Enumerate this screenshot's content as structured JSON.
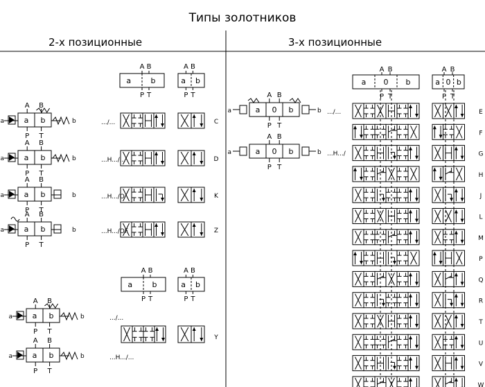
{
  "title": "Типы золотников",
  "sections": {
    "two_position": "2-х позиционные",
    "three_position": "3-х позиционные"
  },
  "ports": {
    "A": "A",
    "B": "B",
    "P": "P",
    "T": "T"
  },
  "positions": {
    "a": "a",
    "b": "b",
    "zero": "0"
  },
  "actuator_labels": {
    "a": "a",
    "b": "b"
  },
  "two_position_variants": [
    {
      "code": "C",
      "suffix": ".../..."
    },
    {
      "code": "D",
      "suffix": "...H.../..."
    },
    {
      "code": "K",
      "suffix": "...H.../O"
    },
    {
      "code": "Z",
      "suffix": "...H.../OF"
    }
  ],
  "two_position_y": {
    "code": "Y",
    "suffixes": [
      ".../...",
      "...H.../..."
    ]
  },
  "three_position_symbols": [
    ".../...",
    "...H.../"
  ],
  "three_position_codes": [
    "E",
    "F",
    "G",
    "H",
    "J",
    "L",
    "M",
    "P",
    "Q",
    "R",
    "T",
    "U",
    "V",
    "W"
  ]
}
